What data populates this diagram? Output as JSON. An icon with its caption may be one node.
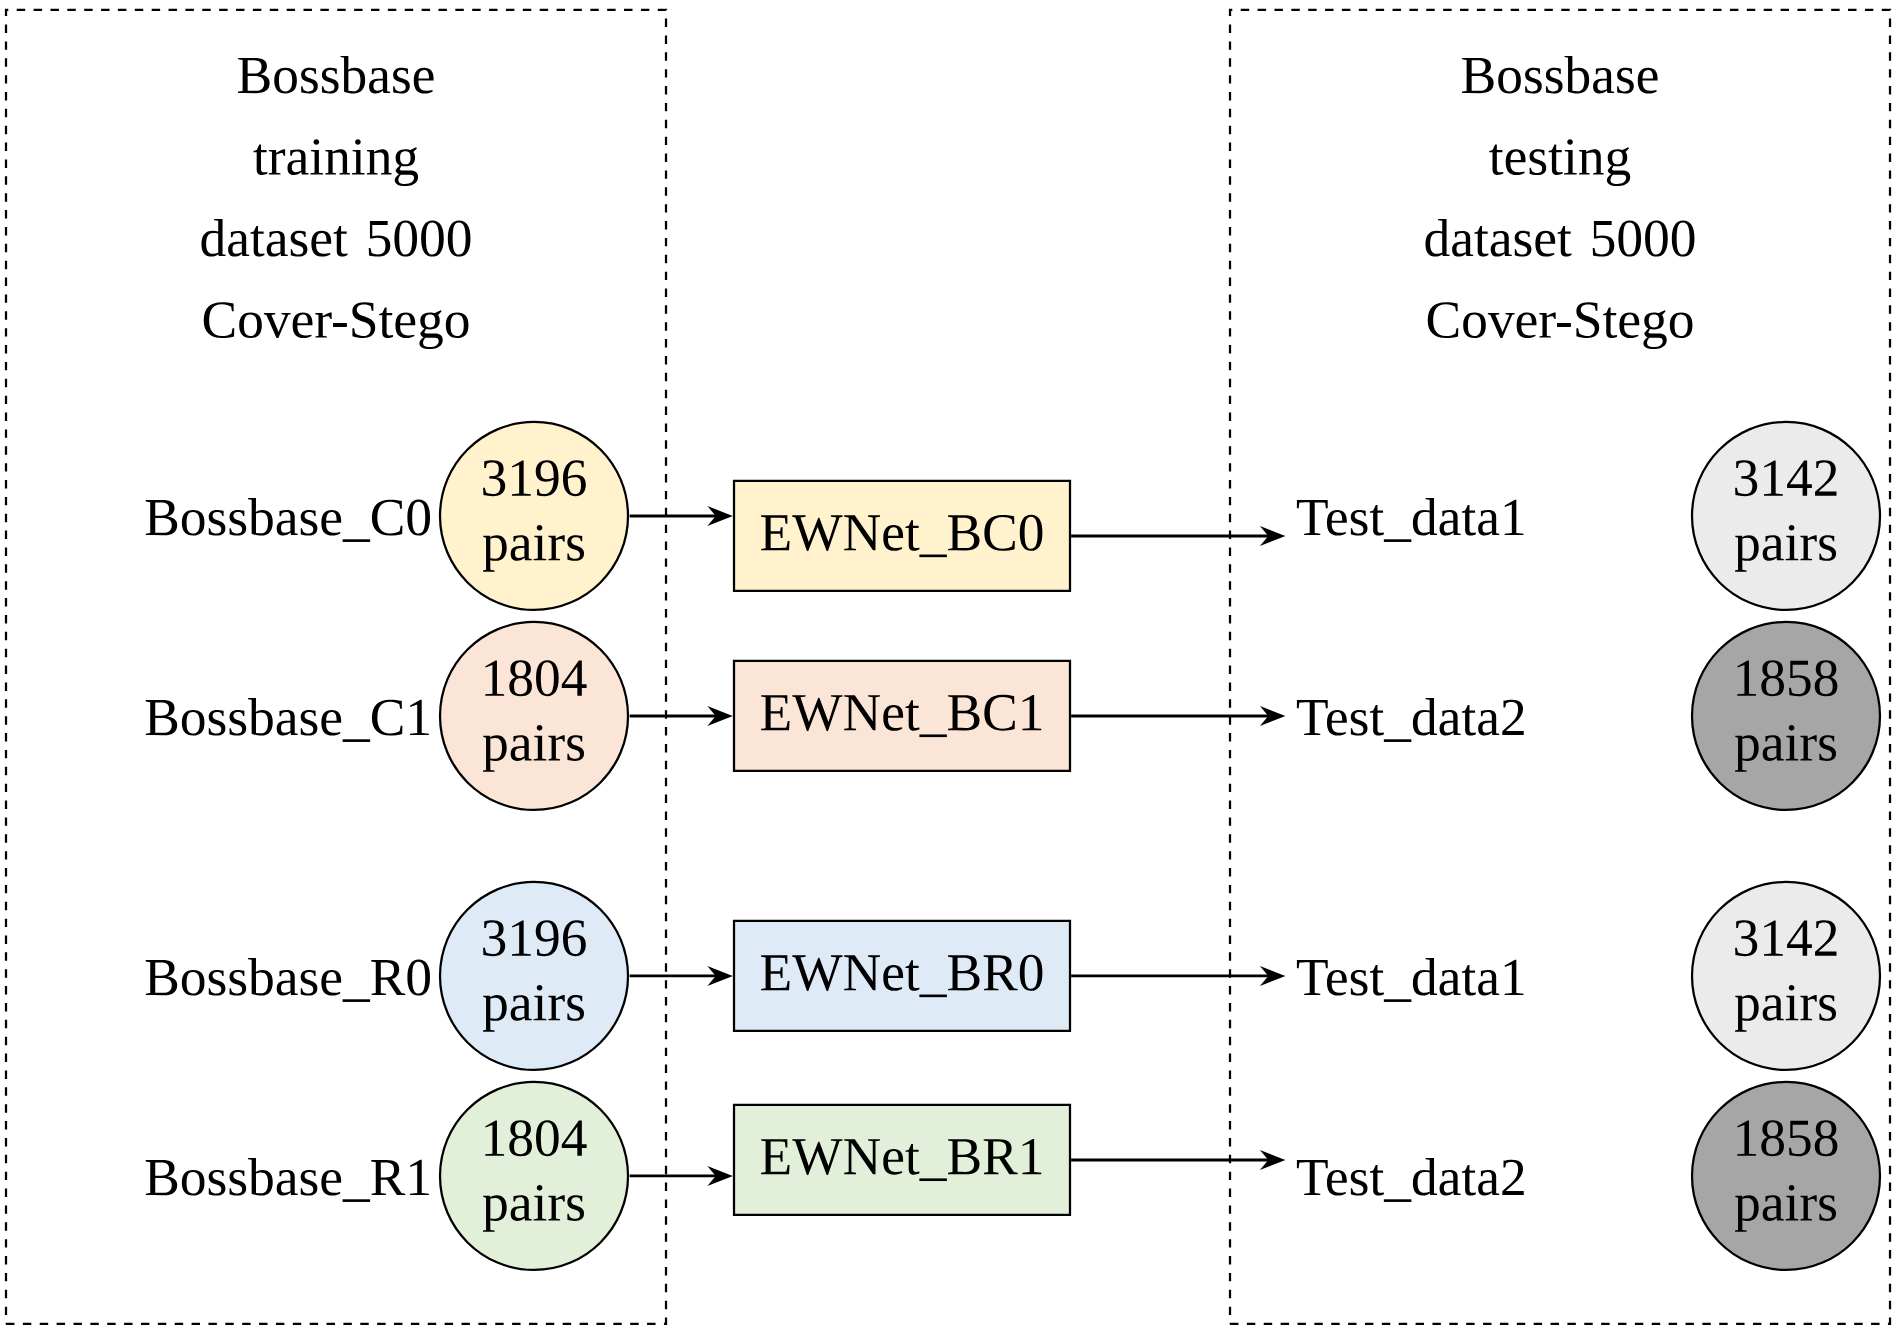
{
  "diagram": {
    "nodes": [
      {
        "text": [
          "Bossbase training dataset 5000 Cover-Stego"
        ]
      },
      {
        "text": [
          "3196 pairs"
        ],
        "beside": [
          "Bossbase_C0"
        ],
        "in": 0
      },
      {
        "text": [
          "1804 pairs"
        ],
        "beside": [
          "Bossbase_C1"
        ],
        "in": 0
      },
      {
        "text": [
          "3196 pairs"
        ],
        "beside": [
          "Bossbase_R0"
        ],
        "in": 0
      },
      {
        "text": [
          "1804 pairs"
        ],
        "beside": [
          "Bossbase_R1"
        ],
        "in": 0
      },
      {
        "text": [
          "EWNet_BC0"
        ]
      },
      {
        "text": [
          "EWNet_BC1"
        ]
      },
      {
        "text": [
          "EWNet_BR0"
        ]
      },
      {
        "text": [
          "EWNet_BR1"
        ]
      },
      {
        "text": [
          "Bossbase testing dataset 5000 Cover-Stego"
        ]
      },
      {
        "text": [
          "3142 pairs"
        ],
        "beside": [
          "Test_data1"
        ],
        "in": 9
      },
      {
        "text": [
          "1858 pairs"
        ],
        "beside": [
          "Test_data2"
        ],
        "in": 9
      },
      {
        "text": [
          "3142 pairs"
        ],
        "beside": [
          "Test_data1"
        ],
        "in": 9
      },
      {
        "text": [
          "1858 pairs"
        ],
        "beside": [
          "Test_data2"
        ],
        "in": 9
      }
    ],
    "edges": [
      {
        "from": 1,
        "to": 5,
        "arrow": "to"
      },
      {
        "from": 2,
        "to": 6,
        "arrow": "to"
      },
      {
        "from": 3,
        "to": 7,
        "arrow": "to"
      },
      {
        "from": 4,
        "to": 8,
        "arrow": "to"
      },
      {
        "from": 5,
        "to": 10,
        "arrow": "to"
      },
      {
        "from": 6,
        "to": 11,
        "arrow": "to"
      },
      {
        "from": 7,
        "to": 12,
        "arrow": "to"
      },
      {
        "from": 8,
        "to": 13,
        "arrow": "to"
      }
    ]
  }
}
